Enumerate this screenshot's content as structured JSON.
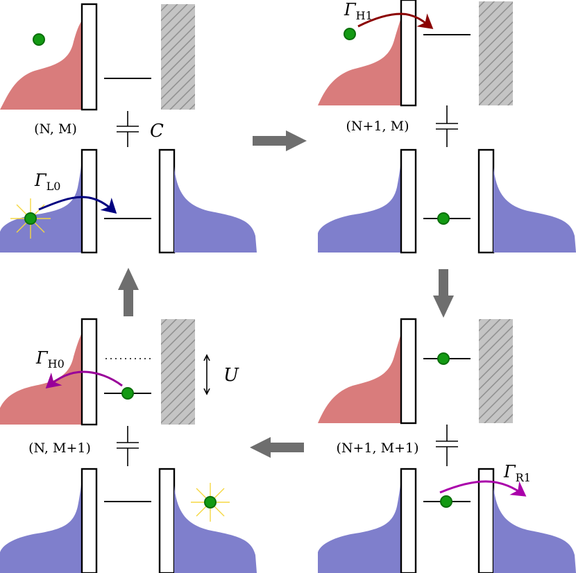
{
  "labels": {
    "state_tl": "(N, M)",
    "state_tr": "(N+1, M)",
    "state_br": "(N+1, M+1)",
    "state_bl": "(N, M+1)",
    "capacitance": "C",
    "interaction": "U",
    "gamma_symbol": "Γ",
    "rate_L0": "L0",
    "rate_H1": "H1",
    "rate_R1": "R1",
    "rate_H0": "H0"
  },
  "colors": {
    "hot_reservoir": "#d97c7c",
    "cold_reservoir": "#7f7fcc",
    "electron": "#139a13",
    "electron_edge": "#0b6e0b",
    "arrow_L0": "#000080",
    "arrow_H1": "#8b0000",
    "arrow_R1": "#aa00aa",
    "arrow_H0": "#990099",
    "cycle_arrow": "#6e6e6e",
    "hatch": "#bfbfbf",
    "sparkle": "#f5d742"
  }
}
